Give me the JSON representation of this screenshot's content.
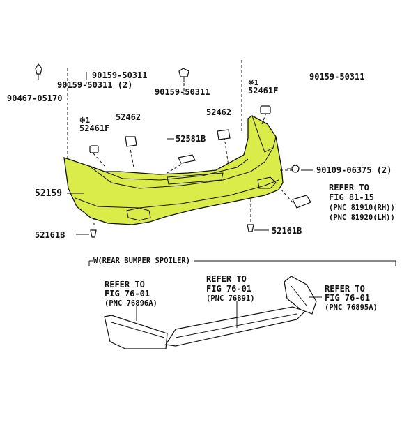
{
  "colors": {
    "highlight": "#d9ec4a",
    "ink": "#111111",
    "background": "#ffffff"
  },
  "labels": {
    "clip_top_left": "90467-05170",
    "screw_top_a": "90159-50311",
    "screw_top_b": "90159-50311 (2)",
    "screw_top_c": "90159-50311",
    "screw_top_right": "90159-50311",
    "note_mark_1": "※1",
    "retainer_left": "52461F",
    "note_mark_2": "※1",
    "retainer_right": "52461F",
    "pad_left": "52462",
    "pad_right": "52462",
    "bracket_center": "52581B",
    "bumper_cover": "52159",
    "bolt_right": "90109-06375 (2)",
    "ref_lamp_line1": "REFER TO",
    "ref_lamp_line2": "FIG 81-15",
    "ref_lamp_line3": "(PNC 81910(RH))",
    "ref_lamp_line4": "(PNC 81920(LH))",
    "clip_bottom_left": "52161B",
    "clip_bottom_right": "52161B",
    "spoiler_heading": "W(REAR BUMPER SPOILER)",
    "ref_a_line1": "REFER TO",
    "ref_a_line2": "FIG 76-01",
    "ref_a_line3": "(PNC 76896A)",
    "ref_b_line1": "REFER TO",
    "ref_b_line2": "FIG 76-01",
    "ref_b_line3": "(PNC 76891)",
    "ref_c_line1": "REFER TO",
    "ref_c_line2": "FIG 76-01",
    "ref_c_line3": "(PNC 76895A)"
  }
}
